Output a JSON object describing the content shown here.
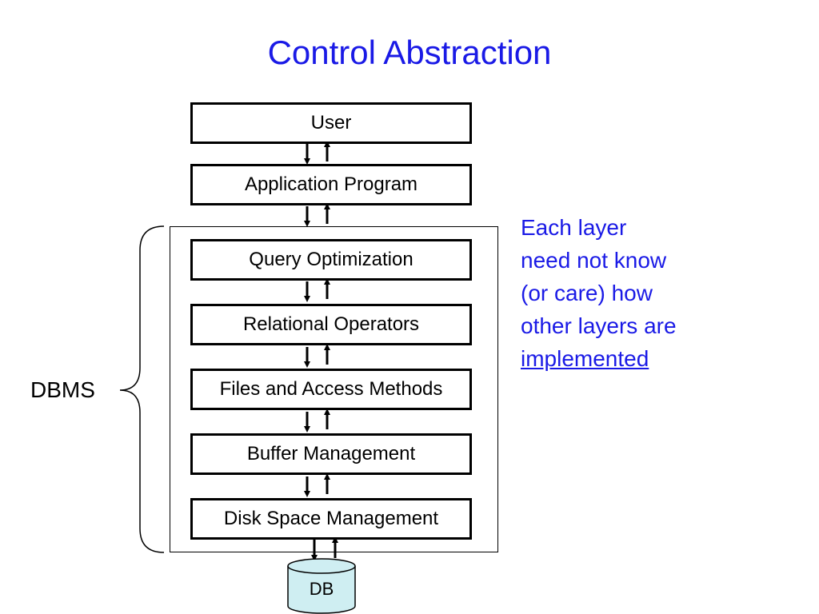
{
  "title": "Control Abstraction",
  "layers": [
    "User",
    "Application Program",
    "Query Optimization",
    "Relational Operators",
    "Files and Access Methods",
    "Buffer Management",
    "Disk Space Management"
  ],
  "dbms_label": "DBMS",
  "note": {
    "lines": [
      "Each layer",
      "need not know",
      "(or care) how",
      "other layers are"
    ],
    "underlined": "implemented"
  },
  "database": {
    "label": "DB",
    "fill": "#cfeef2"
  },
  "colors": {
    "title": "#1a1ae6",
    "note": "#1a1ae6",
    "border": "#000000"
  }
}
